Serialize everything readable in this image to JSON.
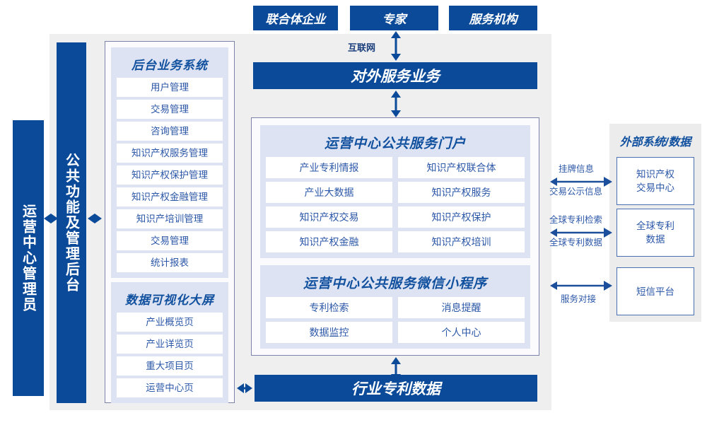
{
  "top_actors": [
    {
      "label": "联合体企业"
    },
    {
      "label": "专家"
    },
    {
      "label": "服务机构"
    }
  ],
  "internet_label": "互联网",
  "external_service_bar": "对外服务业务",
  "industry_data_bar": "行业专利数据",
  "left_roles": [
    {
      "label": "运营中心管理员"
    },
    {
      "label": "公共功能及管理后台"
    }
  ],
  "backend_system": {
    "title": "后台业务系统",
    "items": [
      "用户管理",
      "交易管理",
      "咨询管理",
      "知识产权服务管理",
      "知识产权保护管理",
      "知识产权金融管理",
      "知识产培训管理",
      "交易管理",
      "统计报表"
    ]
  },
  "data_visual": {
    "title": "数据可视化大屏",
    "items": [
      "产业概览页",
      "产业详览页",
      "重大项目页",
      "运营中心页"
    ]
  },
  "portal": {
    "title": "运营中心公共服务门户",
    "items": [
      "产业专利情报",
      "知识产权联合体",
      "产业大数据",
      "知识产权服务",
      "知识产权交易",
      "知识产权保护",
      "知识产权金融",
      "知识产权培训"
    ]
  },
  "miniprogram": {
    "title": "运营中心公共服务微信小程序",
    "items": [
      "专利检索",
      "消息提醒",
      "数据监控",
      "个人中心"
    ]
  },
  "external": {
    "title": "外部系统/数据",
    "systems": [
      {
        "label": "知识产权\n交易中心",
        "line1": "知识产权",
        "line2": "交易中心"
      },
      {
        "label": "全球专利数据",
        "line1": "全球专利",
        "line2": "数据"
      },
      {
        "label": "短信平台",
        "line1": "短信平台",
        "line2": ""
      }
    ],
    "connectors": [
      {
        "above": "挂牌信息",
        "below": "交易公示信息"
      },
      {
        "above": "全球专利检索",
        "below": "全球专利数据"
      },
      {
        "above": "",
        "below": "服务对接"
      }
    ]
  },
  "colors": {
    "brand_blue": "#0b4a99",
    "panel_lavender": "#dde3f2",
    "container_gray": "#efefef",
    "text_blue": "#2c58a8"
  }
}
